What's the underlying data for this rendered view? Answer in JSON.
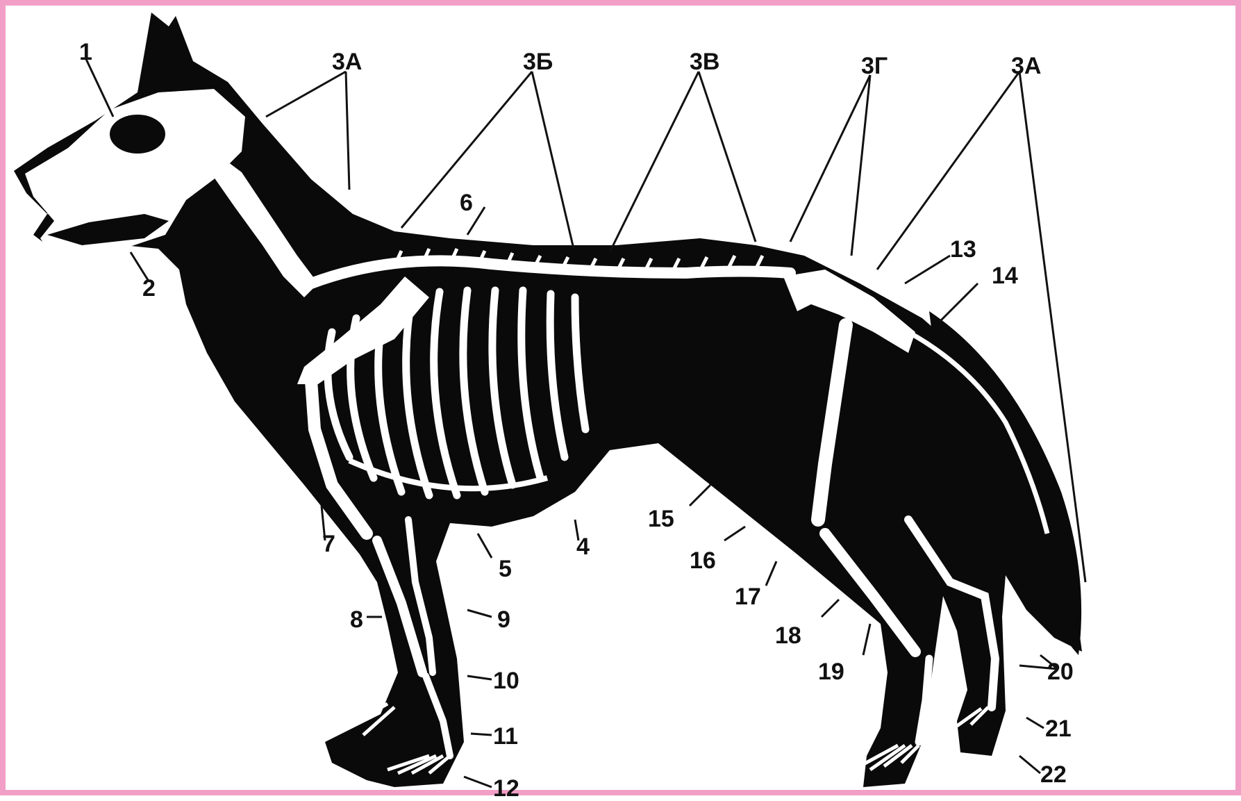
{
  "colors": {
    "frame": "#f19fc7",
    "figure_ink": "#0a0a0a",
    "bone": "#ffffff",
    "paper": "#ffffff"
  },
  "labels": {
    "l1": "1",
    "l2": "2",
    "l3a_left": "3A",
    "l3b": "3Б",
    "l3v": "3В",
    "l3g": "3Г",
    "l3a_right": "3А",
    "l4": "4",
    "l5": "5",
    "l6": "6",
    "l7": "7",
    "l8": "8",
    "l9": "9",
    "l10": "10",
    "l11": "11",
    "l12": "12",
    "l13": "13",
    "l14": "14",
    "l15": "15",
    "l16": "16",
    "l17": "17",
    "l18": "18",
    "l19": "19",
    "l20": "20",
    "l21": "21",
    "l22": "22"
  }
}
